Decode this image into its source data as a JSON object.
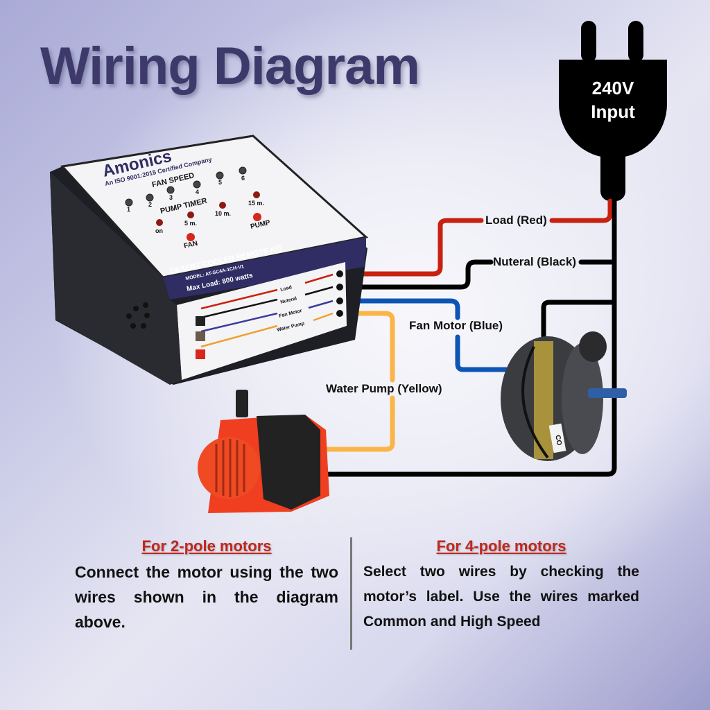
{
  "title": "Wiring Diagram",
  "plug": {
    "voltage": "240V",
    "label": "Input"
  },
  "wires": [
    {
      "label": "Load (Red)",
      "color": "#c8210f"
    },
    {
      "label": "Nuteral (Black)",
      "color": "#000000"
    },
    {
      "label": "Fan Motor (Blue)",
      "color": "#0d55b5"
    },
    {
      "label": "Water Pump (Yellow)",
      "color": "#fbb448"
    }
  ],
  "device": {
    "brand": "Amonics",
    "certification": "An ISO 9001:2015 Certified Company",
    "fan_speed_label": "FAN SPEED",
    "fan_speeds": [
      "1",
      "2",
      "3",
      "4",
      "5",
      "6"
    ],
    "pump_timer_label": "PUMP TIMER",
    "pump_timers": [
      "on",
      "5 m.",
      "10 m.",
      "15 m."
    ],
    "pump_button": "PUMP",
    "fan_button": "FAN",
    "product_name": "DESERT COOLER REMOTE KIT",
    "model": "MODEL: AT-SC4A-1CH-V1",
    "max_load": "Max Load: 800 watts",
    "terminal_labels": [
      "Load",
      "Nuteral",
      "Fan Motor",
      "Water Pump"
    ]
  },
  "motor_tag": "CO",
  "notes": [
    {
      "heading": "For 2-pole motors",
      "body": "Connect the motor using the two wires shown in the diagram above."
    },
    {
      "heading": "For 4-pole motors",
      "body": "Select two wires by checking the motor’s label. Use the wires marked Common and High Speed"
    }
  ],
  "colors": {
    "title": "#3d3a6b",
    "heading_red": "#c0281c",
    "device_band": "#2f2d63"
  }
}
